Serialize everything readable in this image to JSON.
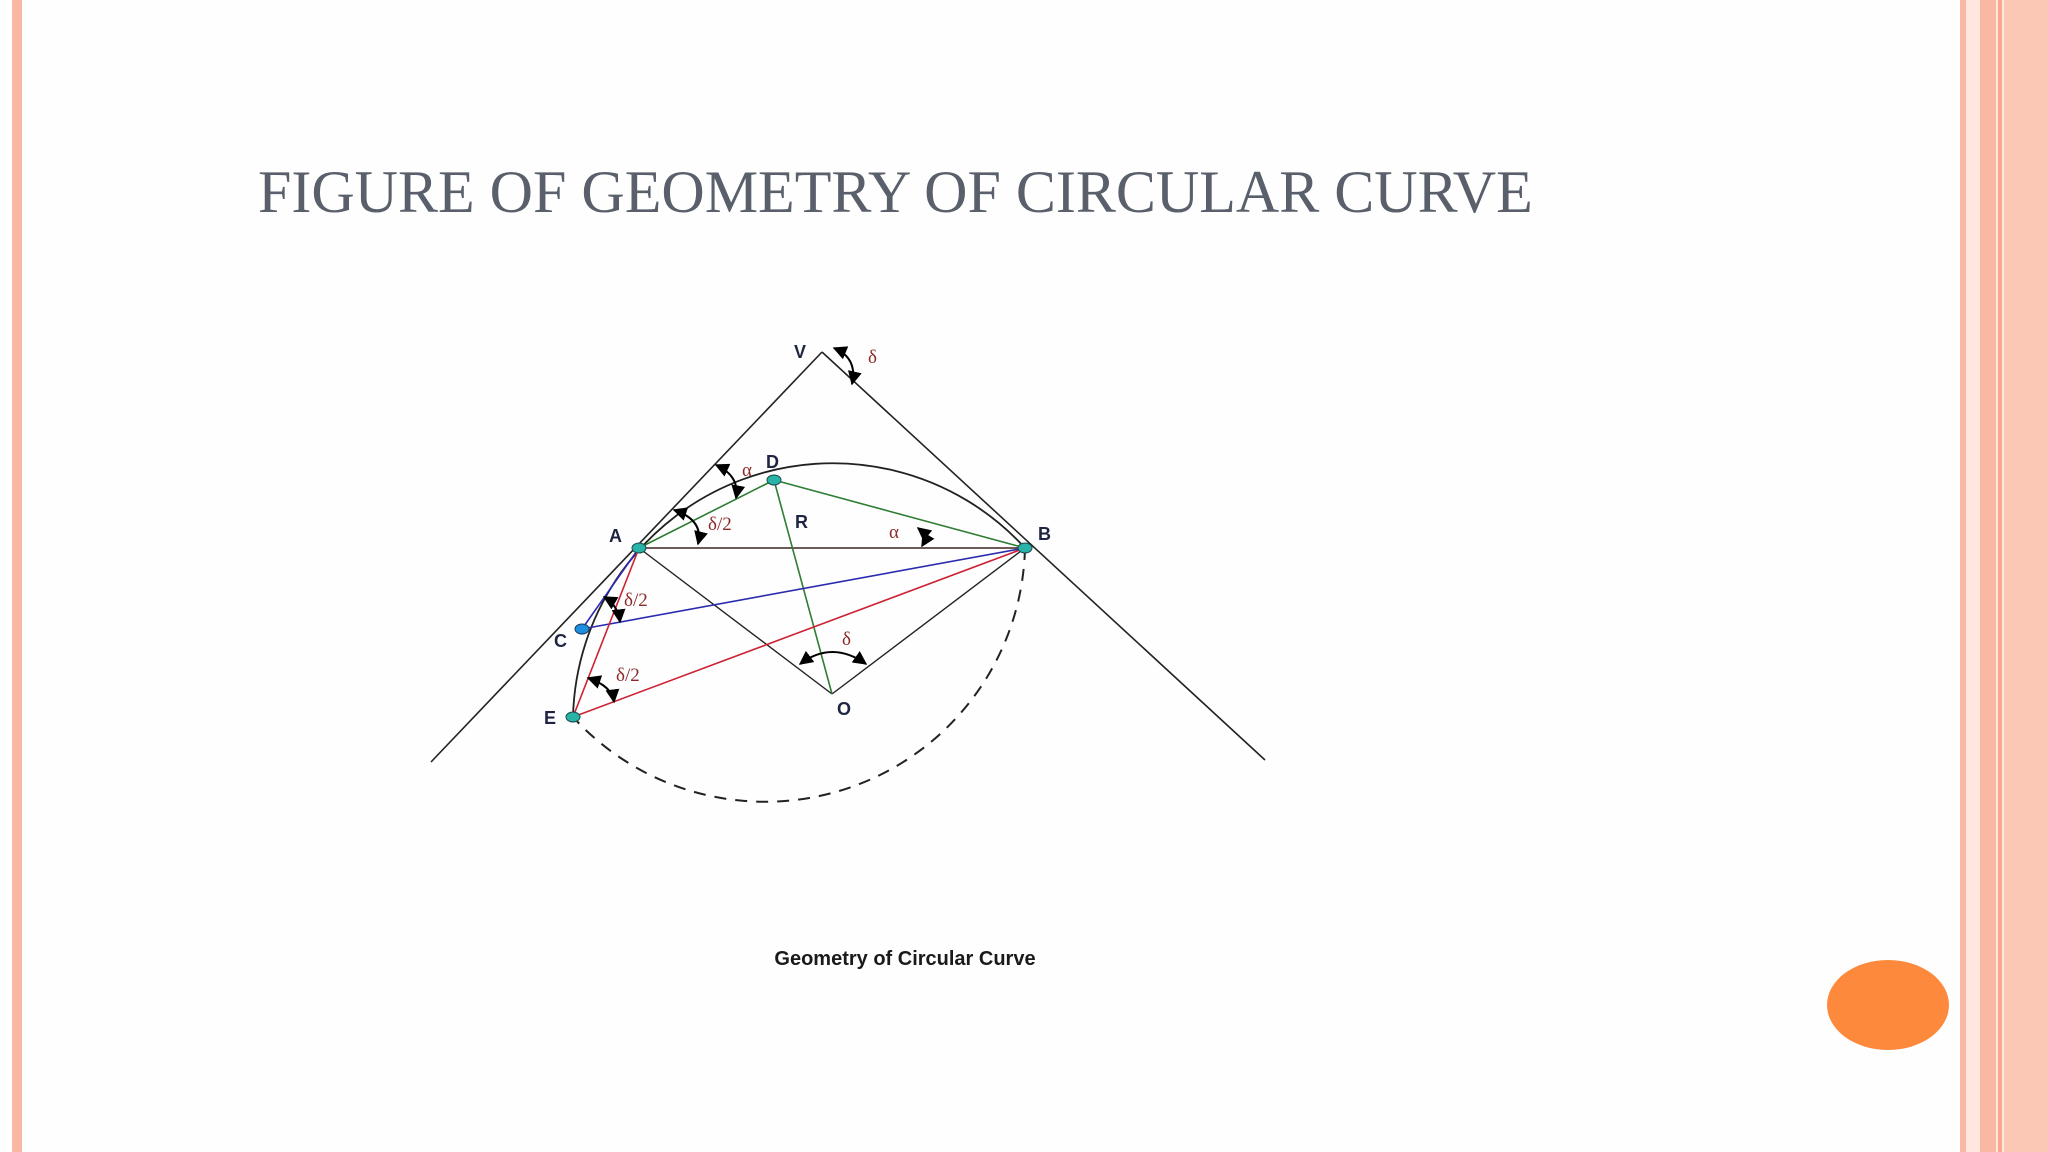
{
  "slide": {
    "title": "FIGURE OF GEOMETRY OF CIRCULAR CURVE",
    "accent_color": "#fd8a3c",
    "border_color": "#f9b8a4"
  },
  "figure": {
    "caption": "Geometry of Circular Curve",
    "points": {
      "V": "V",
      "D": "D",
      "A": "A",
      "B": "B",
      "C": "C",
      "E": "E",
      "O": "O",
      "R": "R"
    },
    "angles": {
      "deflection": "δ",
      "alpha_top": "α",
      "half_delta_top": "δ/2",
      "alpha_right": "α",
      "half_delta_mid": "δ/2",
      "central_delta": "δ",
      "half_delta_low": "δ/2"
    },
    "colors": {
      "chord_green": "#2e7d32",
      "chord_blue": "#2b2bb0",
      "chord_red": "#cc2233",
      "point_fill": "#27b3a6",
      "point_c_fill": "#1c8fe0"
    }
  }
}
